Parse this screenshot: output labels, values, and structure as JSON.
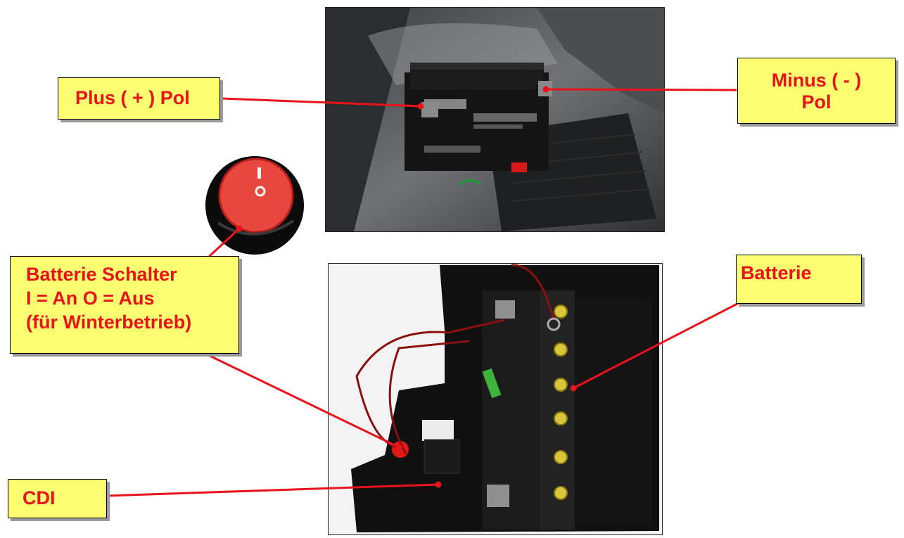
{
  "labels": {
    "plus_pole": "Plus ( + ) Pol",
    "minus_pole_line1": "Minus ( - )",
    "minus_pole_line2": "Pol",
    "switch_line1": "Batterie Schalter",
    "switch_line2": "I = An O = Aus",
    "switch_line3": "(für Winterbetrieb)",
    "battery": "Batterie",
    "cdi": "CDI"
  },
  "colors": {
    "label_fill": "#fdfd72",
    "label_text": "#e8131b",
    "leader_line": "#e8131b"
  }
}
